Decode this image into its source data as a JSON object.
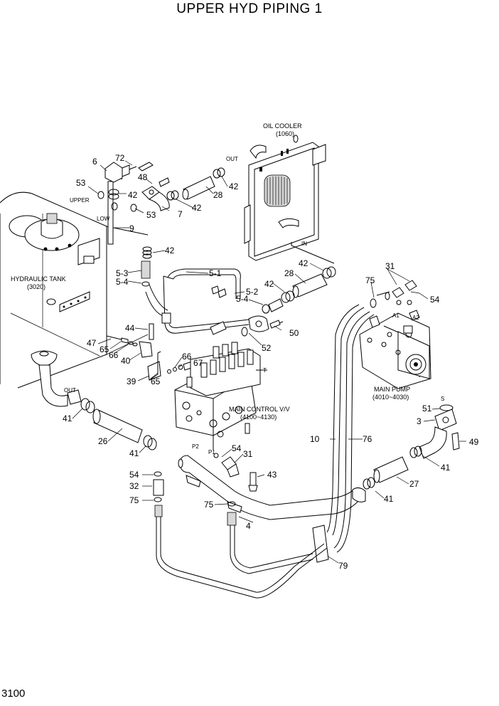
{
  "title": "UPPER HYD PIPING 1",
  "page_number": "3100",
  "components": {
    "hydraulic_tank": {
      "name": "HYDRAULIC TANK",
      "code": "(3020)"
    },
    "oil_cooler": {
      "name": "OIL COOLER",
      "code": "(1060)"
    },
    "main_pump": {
      "name": "MAIN PUMP",
      "code": "(4010~4030)"
    },
    "main_control": {
      "name": "MAIN CONTROL V/V",
      "code": "(4100~4130)"
    }
  },
  "port_labels": {
    "upper": "UPPER",
    "low": "LOW",
    "tank_out": "OUT",
    "cooler_out": "OUT",
    "cooler_in": "IN",
    "a1": "A1",
    "a2": "A2",
    "s": "S",
    "t": "T",
    "p1": "P1",
    "p2": "P2"
  },
  "callouts": {
    "c6": "6",
    "c72": "72",
    "c53a": "53",
    "c42a": "42",
    "c48": "48",
    "c53b": "53",
    "c7": "7",
    "c42b": "42",
    "c28a": "28",
    "c42c": "42",
    "c9": "9",
    "c42d": "42",
    "c53_3": "5-3",
    "c54a": "5-4",
    "c51": "5-1",
    "c52": "5-2",
    "c54b": "5-4",
    "c42e": "42",
    "c28b": "28",
    "c42f": "42",
    "c50": "50",
    "c52b": "52",
    "c44": "44",
    "c47": "47",
    "c65a": "65",
    "c66a": "66",
    "c40": "40",
    "c66b": "66",
    "c67": "67",
    "c39": "39",
    "c65b": "65",
    "c75a": "75",
    "c31a": "31",
    "c54c": "54",
    "c51b": "51",
    "c3": "3",
    "c49": "49",
    "c41a": "41",
    "c41b": "41",
    "c26": "26",
    "c41c": "41",
    "c54d": "54",
    "c31b": "31",
    "c10": "10",
    "c76": "76",
    "c43": "43",
    "c54e": "54",
    "c32": "32",
    "c75b": "75",
    "c75c": "75",
    "c4": "4",
    "c27": "27",
    "c41d": "41",
    "c79": "79"
  }
}
